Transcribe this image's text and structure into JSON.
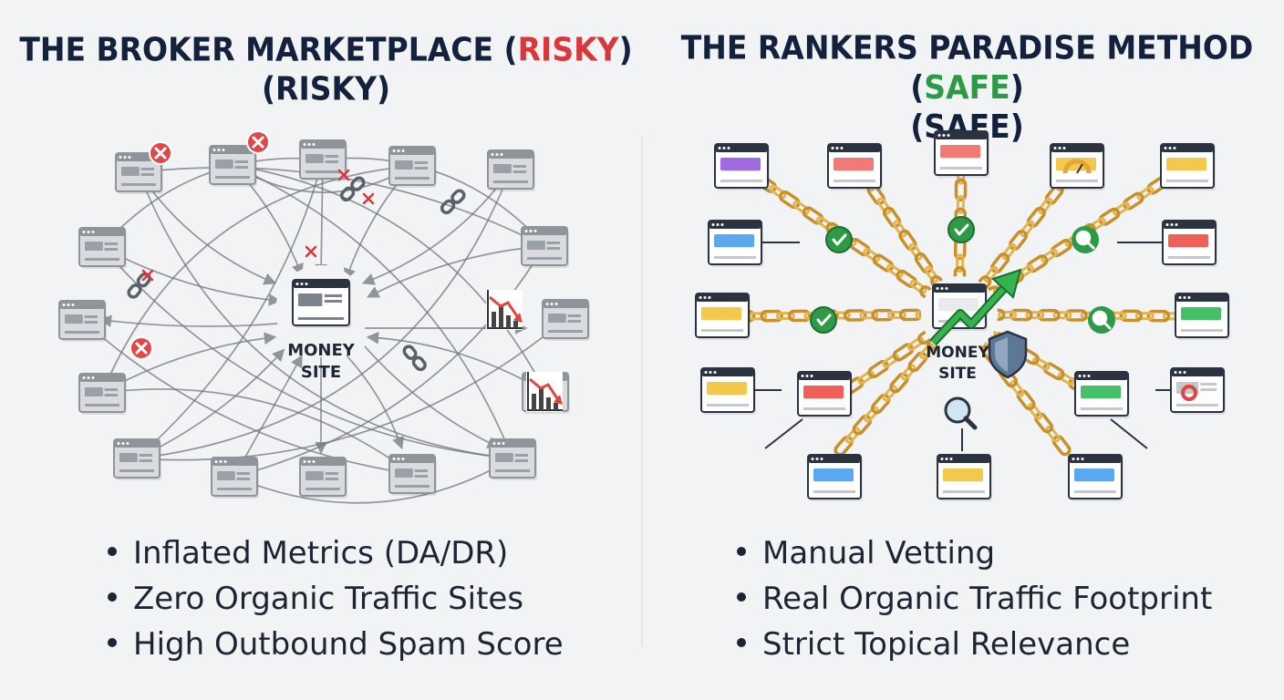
{
  "left_panel": {
    "title_main": "THE BROKER MARKETPLACE (",
    "title_accent": "RISKY",
    "title_close": ")",
    "title_line2": "(RISKY)",
    "center_label_line1": "MONEY",
    "center_label_line2": "SITE",
    "bullets": [
      "Inflated Metrics (DA/DR)",
      "Zero Organic Traffic Sites",
      "High Outbound Spam Score"
    ]
  },
  "right_panel": {
    "title_main": "THE RANKERS PARADISE METHOD (",
    "title_accent": "SAFE",
    "title_close": ")",
    "title_line2": "(SAFE)",
    "center_label_line1": "MONEY",
    "center_label_line2": "SITE",
    "bullets": [
      "Manual Vetting",
      "Real Organic Traffic Footprint",
      "Strict Topical Relevance"
    ]
  },
  "colors": {
    "title": "#14213d",
    "risky": "#d8373b",
    "safe": "#2e9a47",
    "chain_gold": "#d8a53a",
    "arrow_gray": "#707680",
    "site_gray": "#a3a7ad"
  },
  "icons": {
    "error": "x-circle-icon",
    "broken_link": "broken-chain-icon",
    "trend_down": "trend-down-chart-icon",
    "check": "check-circle-icon",
    "search": "magnifier-icon",
    "shield": "shield-icon",
    "trend_up": "trend-up-arrow-icon",
    "chain": "gold-chain-icon"
  }
}
